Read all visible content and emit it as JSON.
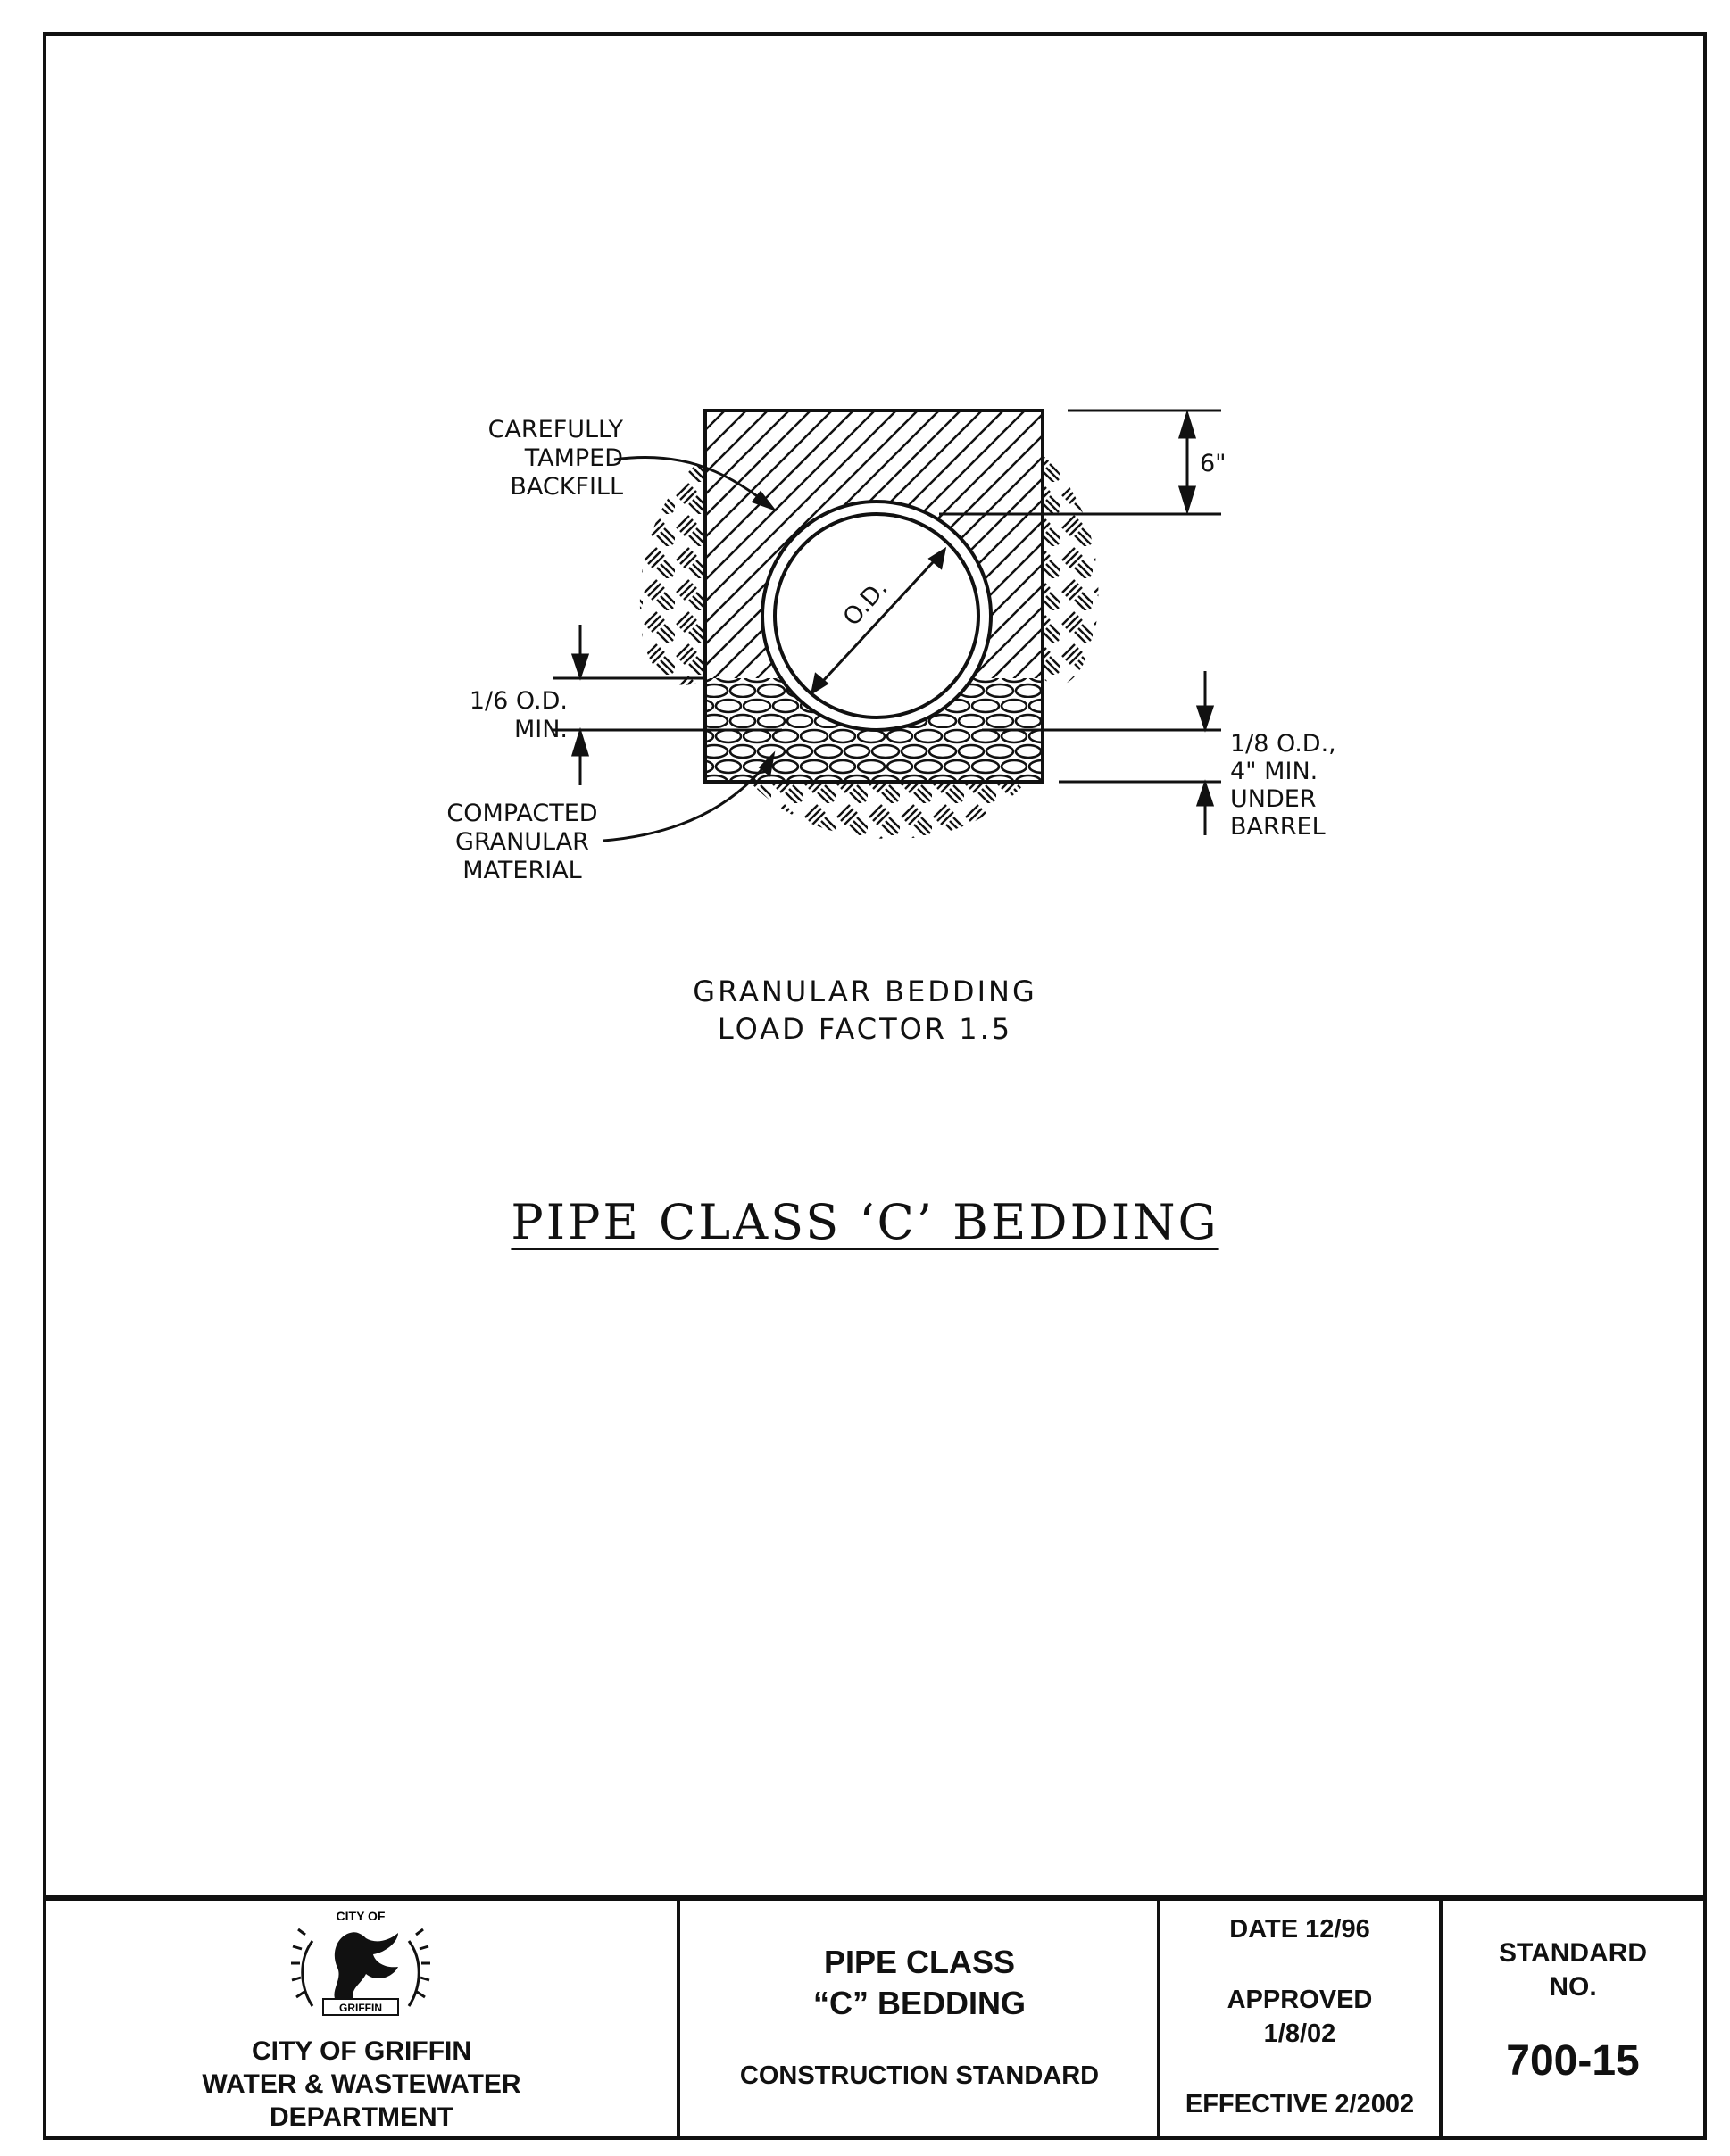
{
  "diagram": {
    "labels": {
      "backfill": [
        "CAREFULLY",
        "TAMPED",
        "BACKFILL"
      ],
      "od": "O.D.",
      "six_inch": "6\"",
      "one_sixth": [
        "1/6 O.D.",
        "MIN."
      ],
      "one_eighth": [
        "1/8 O.D.,",
        "4\" MIN.",
        "UNDER",
        "BARREL"
      ],
      "granular": [
        "COMPACTED",
        "GRANULAR",
        "MATERIAL"
      ]
    },
    "caption": [
      "GRANULAR BEDDING",
      "LOAD FACTOR 1.5"
    ],
    "title": "PIPE CLASS ‘C’ BEDDING"
  },
  "title_block": {
    "logo": {
      "top_text": "CITY OF",
      "banner_text": "GRIFFIN",
      "icon": "griffin-seal-icon"
    },
    "org": [
      "CITY OF GRIFFIN",
      "WATER & WASTEWATER",
      "DEPARTMENT"
    ],
    "drawing_title": [
      "PIPE CLASS",
      "“C” BEDDING"
    ],
    "drawing_subtitle": "CONSTRUCTION STANDARD",
    "date": "DATE 12/96",
    "approved": [
      "APPROVED",
      "1/8/02"
    ],
    "effective": "EFFECTIVE 2/2002",
    "standard_label": [
      "STANDARD",
      "NO."
    ],
    "standard_no": "700-15"
  }
}
